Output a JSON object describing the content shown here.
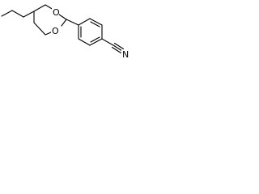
{
  "structure": {
    "atoms": {
      "ring_oxygen_1": "O",
      "ring_oxygen_2": "O",
      "nitrile_nitrogen": "N"
    }
  }
}
